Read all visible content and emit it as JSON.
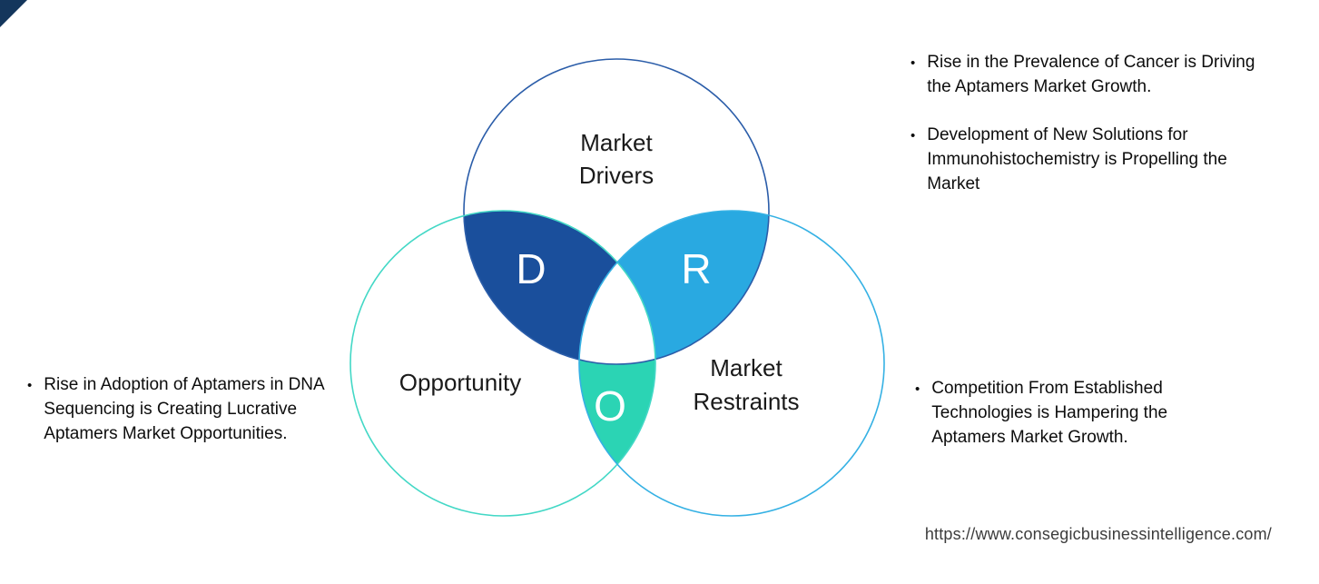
{
  "diagram": {
    "drivers": {
      "label_lines": [
        "Market",
        "Drivers"
      ],
      "letter": "D"
    },
    "opportunity": {
      "label": "Opportunity",
      "letter": "O"
    },
    "restraints": {
      "label_lines": [
        "Market",
        "Restraints"
      ],
      "letter": "R"
    },
    "colors": {
      "drivers_stroke": "#2b5da9",
      "opportunity_stroke": "#43d8c6",
      "restraints_stroke": "#35b1e4",
      "drivers_opportunity_overlap": "#1a4f9c",
      "drivers_restraints_overlap": "#29a9e1",
      "opportunity_restraints_overlap": "#2bd4b4",
      "center_fill": "#ffffff",
      "corner_accent": "#14365c"
    }
  },
  "annotations": {
    "bullet": "•",
    "left": [
      {
        "text": "Rise in Adoption of Aptamers in DNA Sequencing is Creating Lucrative Aptamers Market Opportunities."
      }
    ],
    "right_top": [
      {
        "text": "Rise in the Prevalence of Cancer is Driving the Aptamers Market Growth."
      },
      {
        "text": "Development of New Solutions for Immunohistochemistry is Propelling the Market"
      }
    ],
    "right_bottom": [
      {
        "text": "Competition From Established Technologies is Hampering the Aptamers Market Growth."
      }
    ]
  },
  "footer": {
    "url": "https://www.consegicbusinessintelligence.com/"
  }
}
